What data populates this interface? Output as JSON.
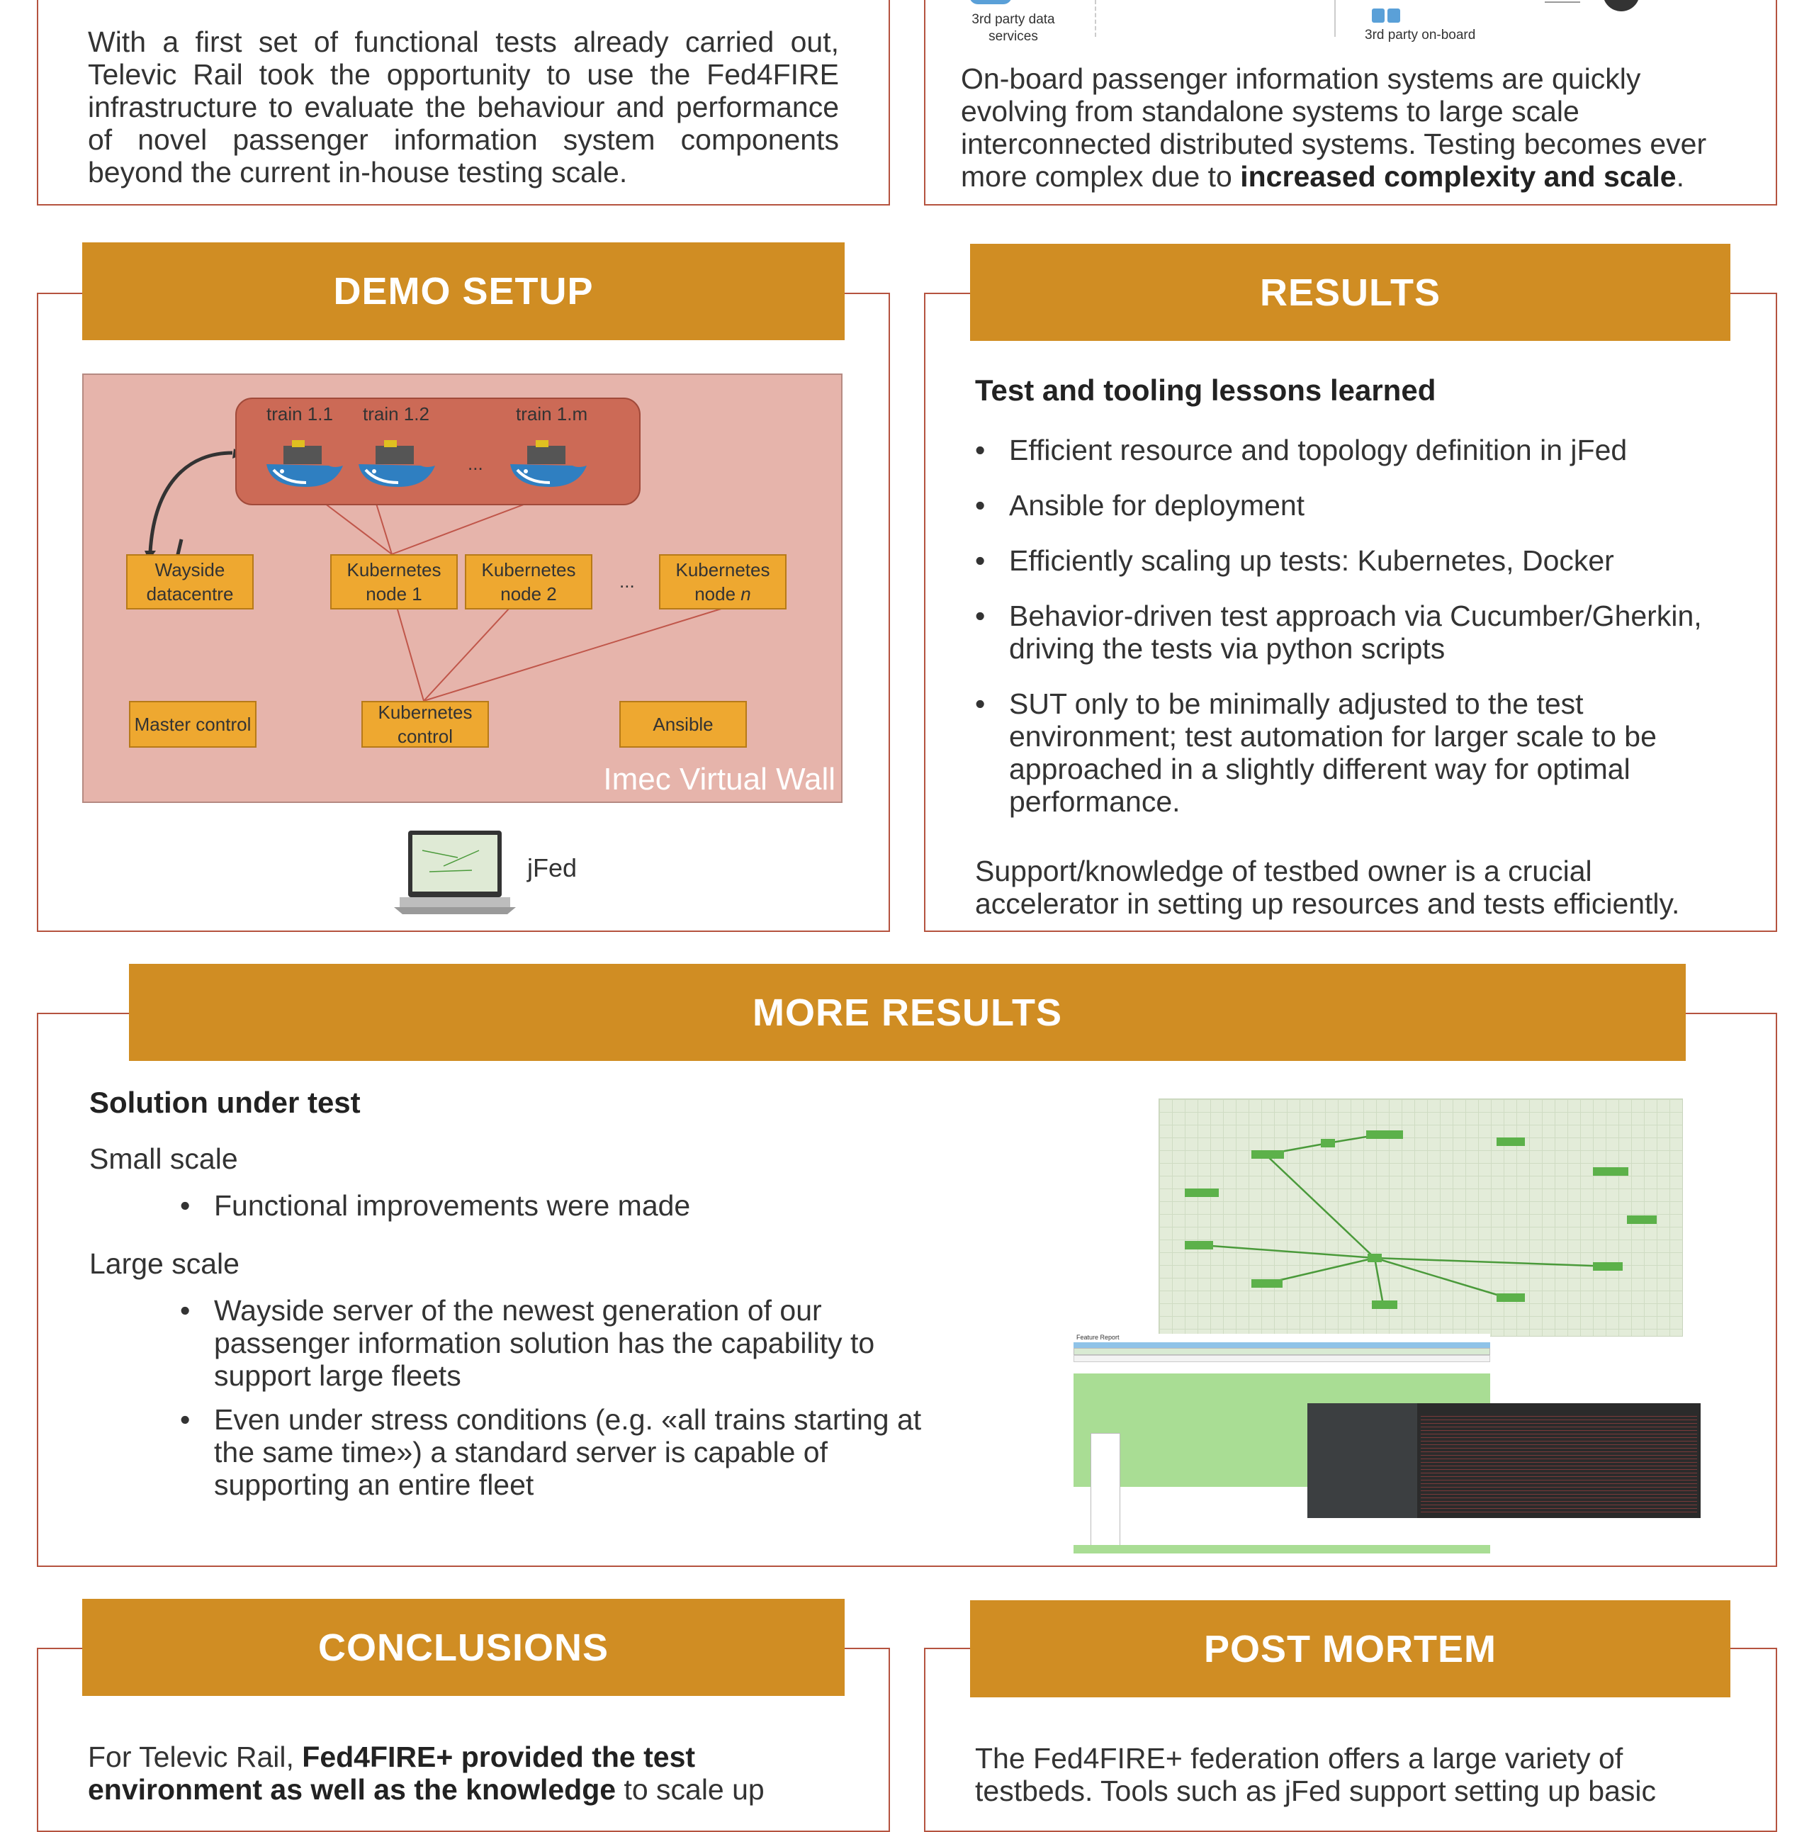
{
  "intro": {
    "left_text": "With a first set of functional tests already carried out, Televic Rail took the opportunity to use the Fed4FIRE infrastructure to evaluate the behaviour and performance of novel passenger information system components beyond the current in-house testing scale.",
    "top_label_left": "3rd party data services",
    "top_label_right": "3rd party on-board",
    "right_text_pre": "On-board passenger information systems are quickly evolving from standalone systems to large scale interconnected distributed systems. Testing becomes ever more complex due to ",
    "right_text_bold": "increased complexity and scale",
    "right_text_post": "."
  },
  "demo_setup": {
    "title": "DEMO SETUP",
    "trains": [
      "train 1.1",
      "train 1.2",
      "train 1.m"
    ],
    "ellipsis": "...",
    "wayside": "Wayside datacentre",
    "k8s_node1": "Kubernetes node 1",
    "k8s_node2": "Kubernetes node 2",
    "k8s_node_n_prefix": "Kubernetes node ",
    "k8s_node_n_suffix": "n",
    "master": "Master control",
    "k8s_control": "Kubernetes control",
    "ansible": "Ansible",
    "wall_label": "Imec Virtual Wall",
    "jfed_label": "jFed"
  },
  "results": {
    "title": "RESULTS",
    "subtitle": "Test and tooling lessons learned",
    "bullets": [
      "Efficient resource and topology definition in jFed",
      "Ansible for deployment",
      "Efficiently scaling up tests: Kubernetes, Docker",
      "Behavior-driven test approach via Cucumber/Gherkin, driving the tests via python scripts",
      "SUT only to be minimally adjusted to the test environment; test automation for larger scale to be approached in a slightly different way for optimal performance."
    ],
    "closing": "Support/knowledge of testbed owner is a crucial accelerator in setting up resources and tests efficiently."
  },
  "more_results": {
    "title": "MORE RESULTS",
    "subtitle": "Solution under test",
    "small_scale": "Small scale",
    "small_bullets": [
      "Functional improvements were made"
    ],
    "large_scale": "Large scale",
    "large_bullets": [
      "Wayside server of the newest generation of our passenger information solution has the capability to support large fleets",
      "Even under stress conditions (e.g. «all trains starting at the same time») a standard server is capable of supporting an entire fleet"
    ],
    "report_title": "Feature Report"
  },
  "conclusions": {
    "title": "CONCLUSIONS",
    "text_pre": "For Televic Rail, ",
    "text_bold1": "Fed4FIRE+ provided the test environment as well as the knowledge",
    "text_post": " to scale up"
  },
  "post_mortem": {
    "title": "POST MORTEM",
    "text": "The Fed4FIRE+ federation offers a large variety of testbeds. Tools such as jFed support setting up basic"
  },
  "colors": {
    "banner": "#d08d23",
    "border": "#b5533f",
    "wall_bg": "#e6b4ab",
    "train_bg": "#cc6a56",
    "box": "#eea830"
  }
}
